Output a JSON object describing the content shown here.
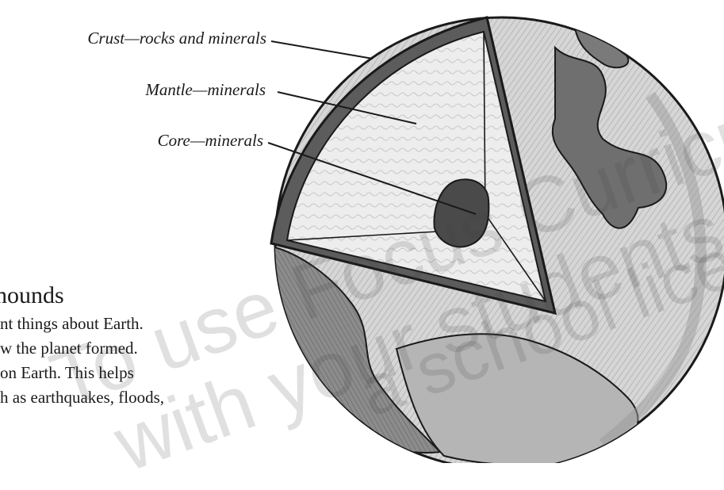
{
  "diagram": {
    "labels": {
      "crust": "Crust—rocks and minerals",
      "mantle": "Mantle—minerals",
      "core": "Core—minerals"
    }
  },
  "text": {
    "heading": "nounds",
    "lines": [
      "nt things about Earth.",
      "w the planet formed.",
      "on Earth. This helps",
      "h as earthquakes, floods,"
    ]
  },
  "watermark": {
    "line1": "To use Focus Curriculum m",
    "line2": "with your students, please purc",
    "line3": "a school license."
  }
}
